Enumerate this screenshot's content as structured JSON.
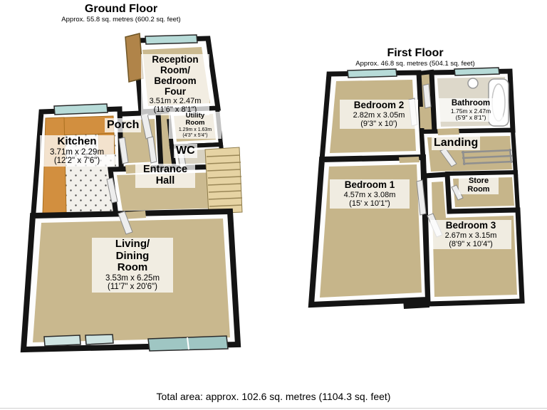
{
  "titles": {
    "ground": {
      "title": "Ground Floor",
      "subtitle": "Approx. 55.8 sq. metres (600.2 sq. feet)"
    },
    "first": {
      "title": "First Floor",
      "subtitle": "Approx. 46.8 sq. metres (504.1 sq. feet)"
    },
    "total": "Total area: approx. 102.6 sq. metres (1104.3 sq. feet)"
  },
  "ground_rooms": {
    "reception": {
      "name": "Reception\nRoom/\nBedroom\nFour",
      "metric": "3.51m x 2.47m",
      "imperial": "(11'6\" x 8'1\")"
    },
    "kitchen": {
      "name": "Kitchen",
      "metric": "3.71m x 2.29m",
      "imperial": "(12'2\" x 7'6\")"
    },
    "utility": {
      "name": "Utility\nRoom",
      "metric": "1.29m x 1.63m",
      "imperial": "(4'3\" x 5'4\")"
    },
    "porch": {
      "name": "Porch"
    },
    "wc": {
      "name": "WC"
    },
    "entrance": {
      "name": "Entrance\nHall"
    },
    "living": {
      "name": "Living/\nDining\nRoom",
      "metric": "3.53m x 6.25m",
      "imperial": "(11'7\" x 20'6\")"
    }
  },
  "first_rooms": {
    "bedroom2": {
      "name": "Bedroom 2",
      "metric": "2.82m x 3.05m",
      "imperial": "(9'3\" x 10')"
    },
    "bathroom": {
      "name": "Bathroom",
      "metric": "1.75m x 2.47m",
      "imperial": "(5'9\" x 8'1\")"
    },
    "landing": {
      "name": "Landing"
    },
    "bedroom1": {
      "name": "Bedroom 1",
      "metric": "4.57m x 3.08m",
      "imperial": "(15' x 10'1\")"
    },
    "store": {
      "name": "Store\nRoom"
    },
    "bedroom3": {
      "name": "Bedroom 3",
      "metric": "2.67m x 3.15m",
      "imperial": "(8'9\" x 10'4\")"
    }
  },
  "colors": {
    "wall": "#141414",
    "carpet": "#C9B88E",
    "window_glass": "#B7DBD8",
    "patio_glass": "#9FC6C3",
    "counter": "#D28F3F",
    "stairs": "#E6D3A3",
    "label_bg": "rgba(255,255,255,0.74)"
  }
}
